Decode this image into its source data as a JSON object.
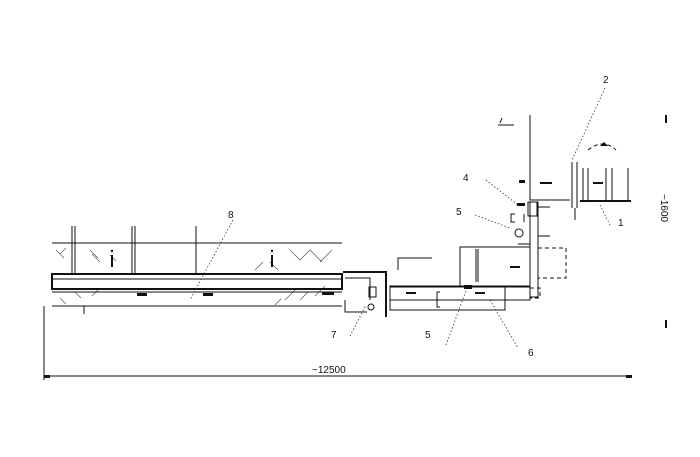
{
  "drawing": {
    "labels": {
      "l1": "1",
      "l2": "2",
      "l4": "4",
      "l5a": "5",
      "l5b": "5",
      "l6": "6",
      "l7": "7",
      "l8": "8"
    },
    "dimensions": {
      "length": "~12500",
      "height": "~1600"
    }
  }
}
